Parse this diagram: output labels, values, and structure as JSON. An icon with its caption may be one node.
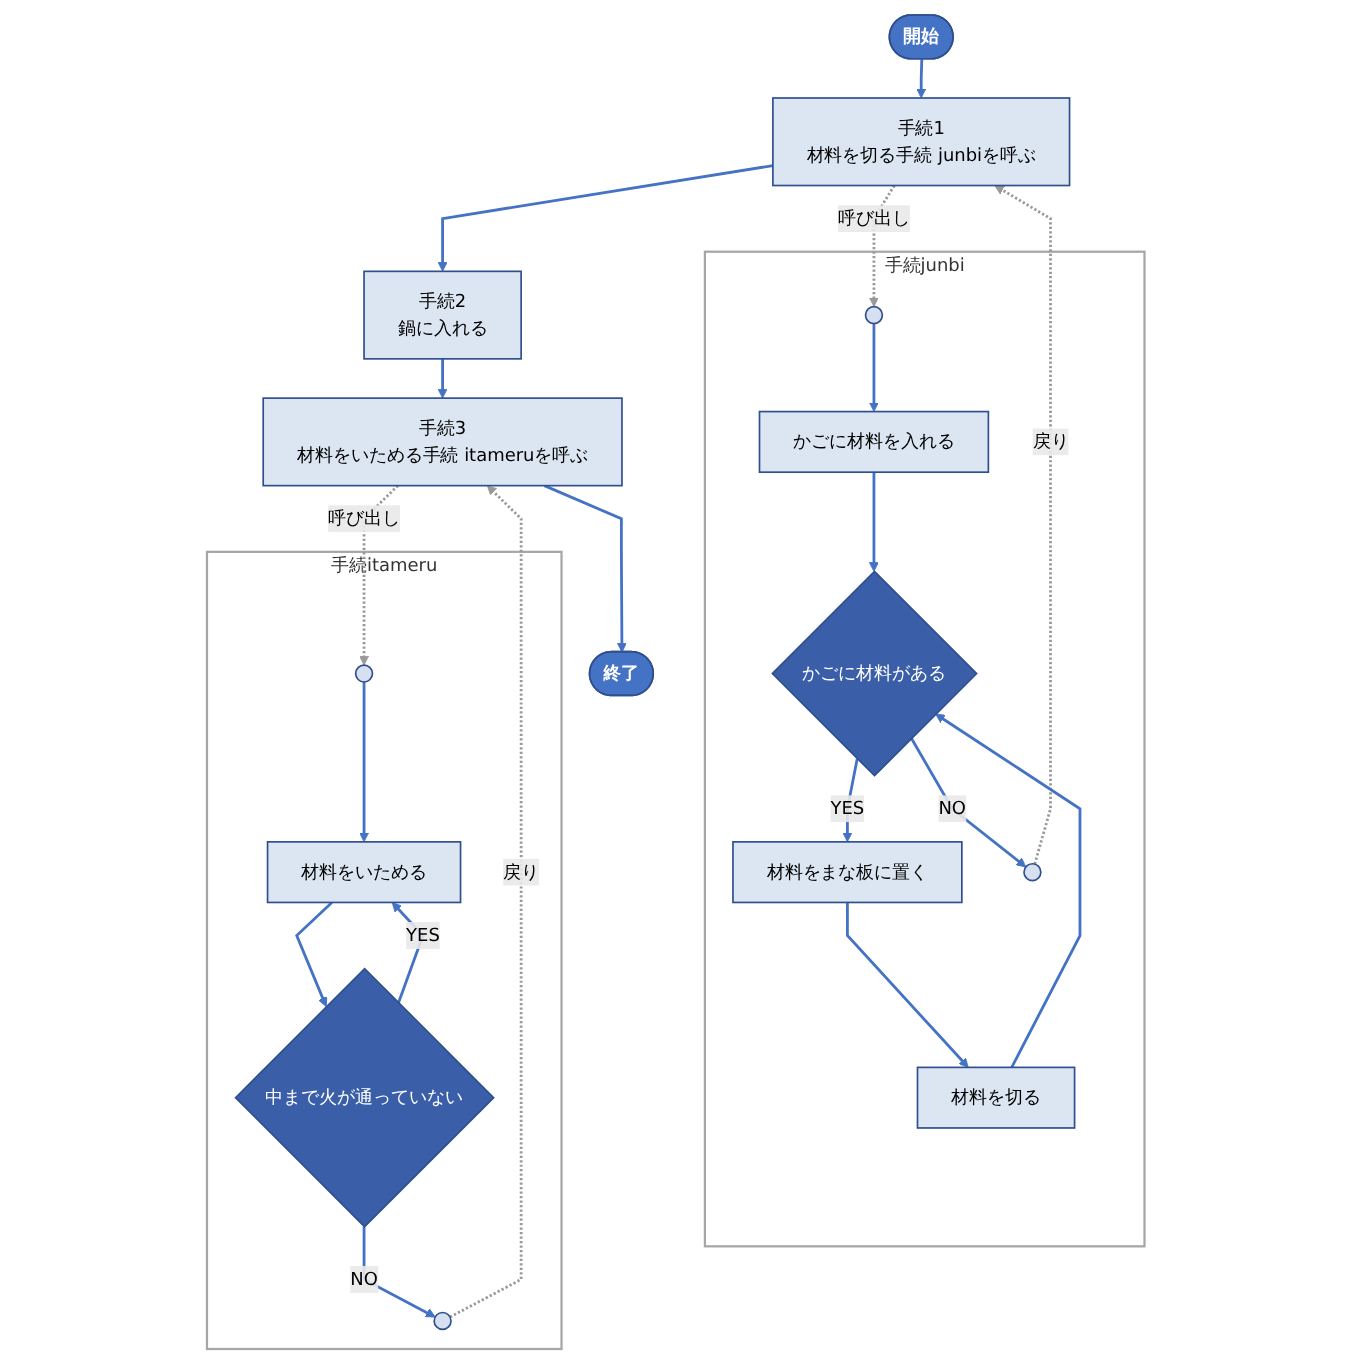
{
  "diagram": {
    "nodes": [
      {
        "text": [
          "開始"
        ]
      },
      {
        "text": [
          "手続1",
          "材料を切る手続 junbiを呼ぶ"
        ]
      },
      {
        "text": [
          "手続2",
          "鍋に入れる"
        ]
      },
      {
        "text": [
          "手続3",
          "材料をいためる手続 itameruを呼ぶ"
        ]
      },
      {
        "text": [
          "終了"
        ]
      },
      {
        "text": [
          "手続junbi"
        ]
      },
      {
        "text": [],
        "shape": "circle",
        "in": 5
      },
      {
        "text": [
          "かごに材料を入れる"
        ],
        "in": 5
      },
      {
        "text": [
          "かごに材料がある"
        ],
        "in": 5
      },
      {
        "text": [
          "材料をまな板に置く"
        ],
        "in": 5
      },
      {
        "text": [
          "材料を切る"
        ],
        "in": 5
      },
      {
        "text": [],
        "shape": "circle",
        "in": 5
      },
      {
        "text": [
          "手続itameru"
        ]
      },
      {
        "text": [],
        "shape": "circle",
        "in": 12
      },
      {
        "text": [
          "材料をいためる"
        ],
        "in": 12
      },
      {
        "text": [
          "中まで火が通っていない"
        ],
        "in": 12
      },
      {
        "text": [],
        "shape": "circle",
        "in": 12
      }
    ],
    "edges": [
      {
        "from": 0,
        "to": 1,
        "arrow": "to"
      },
      {
        "from": 1,
        "to": 2,
        "arrow": "to"
      },
      {
        "from": 2,
        "to": 3,
        "arrow": "to"
      },
      {
        "from": 3,
        "to": 4,
        "arrow": "to"
      },
      {
        "from": 1,
        "to": 6,
        "arrow": "to",
        "label": "呼び出し",
        "style": "dashed",
        "color": "#999999"
      },
      {
        "from": 11,
        "to": 1,
        "arrow": "to",
        "label": "戻り",
        "style": "dashed",
        "color": "#999999"
      },
      {
        "from": 6,
        "to": 7,
        "arrow": "to"
      },
      {
        "from": 7,
        "to": 8,
        "arrow": "to"
      },
      {
        "from": 8,
        "to": 9,
        "arrow": "to",
        "label": "YES"
      },
      {
        "from": 9,
        "to": 10,
        "arrow": "to"
      },
      {
        "from": 10,
        "to": 8,
        "arrow": "to"
      },
      {
        "from": 8,
        "to": 11,
        "arrow": "to",
        "label": "NO"
      },
      {
        "from": 3,
        "to": 13,
        "arrow": "to",
        "label": "呼び出し",
        "style": "dashed",
        "color": "#999999"
      },
      {
        "from": 16,
        "to": 3,
        "arrow": "to",
        "label": "戻り",
        "style": "dashed",
        "color": "#999999"
      },
      {
        "from": 13,
        "to": 14,
        "arrow": "to"
      },
      {
        "from": 14,
        "to": 15,
        "arrow": "to"
      },
      {
        "from": 15,
        "to": 14,
        "arrow": "to",
        "label": "YES"
      },
      {
        "from": 15,
        "to": 16,
        "arrow": "to",
        "label": "NO"
      }
    ]
  }
}
